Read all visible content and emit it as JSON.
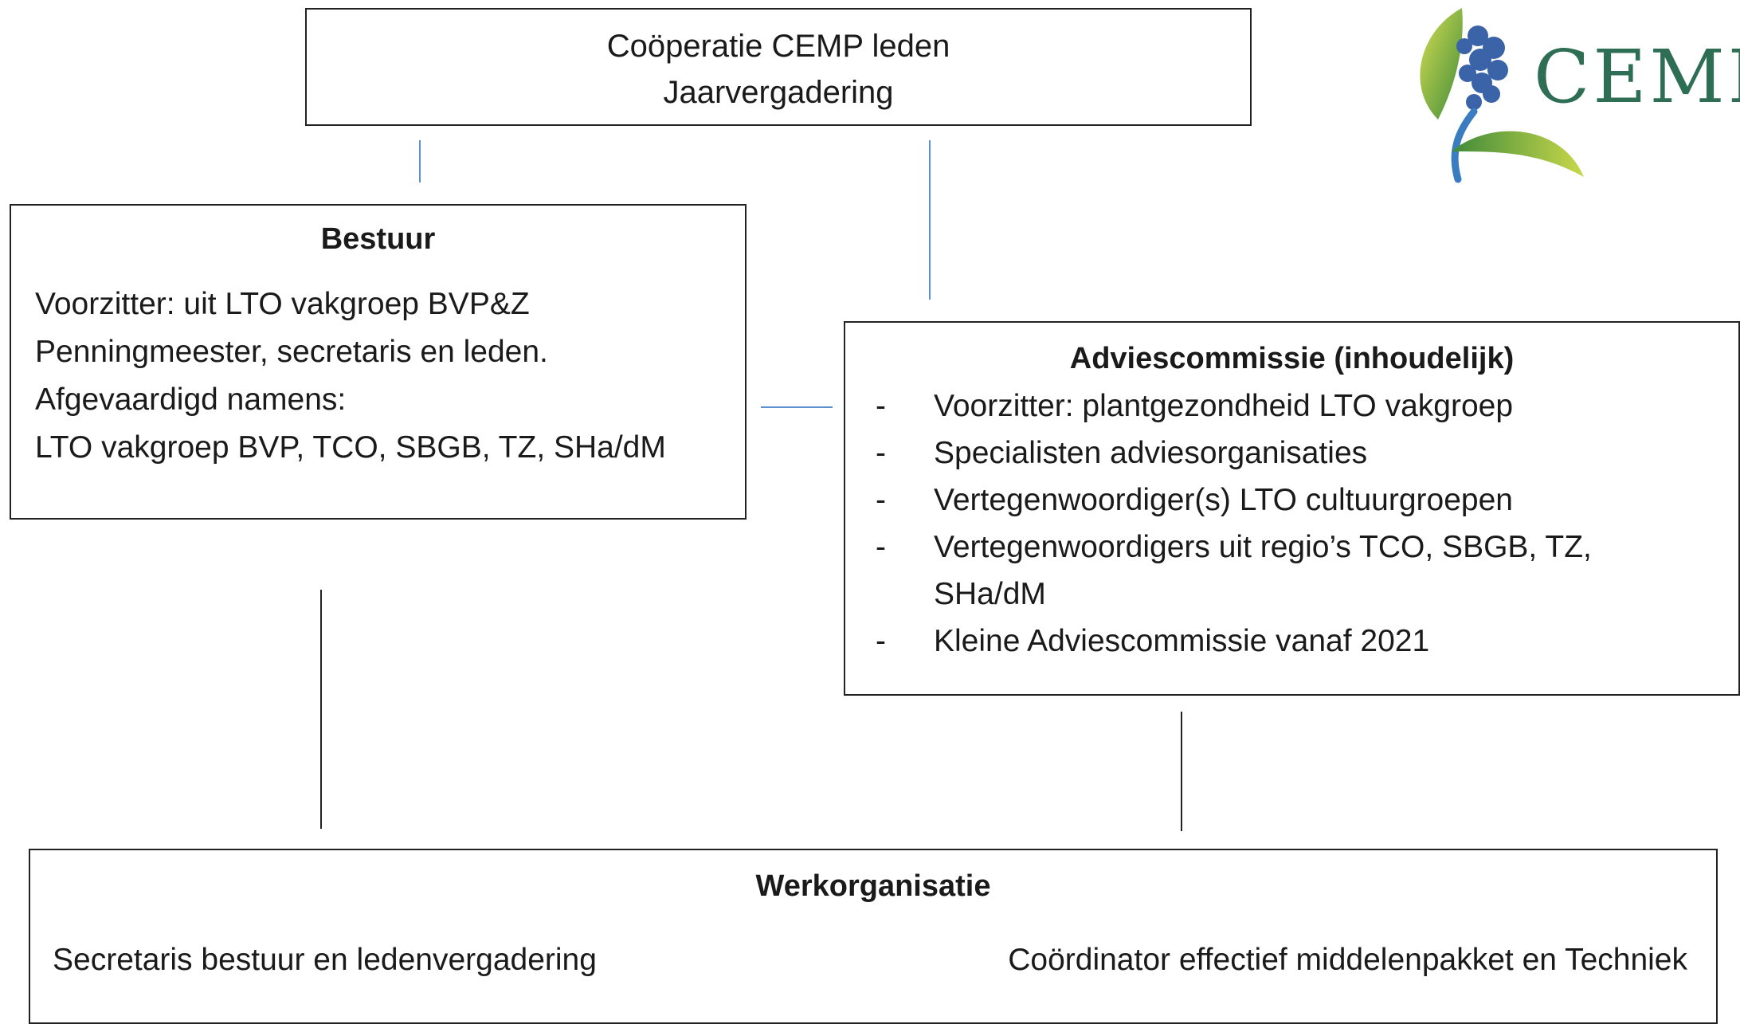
{
  "members": {
    "line1": "Coöperatie CEMP leden",
    "line2": "Jaarvergadering"
  },
  "board": {
    "title": "Bestuur",
    "lines": [
      "Voorzitter: uit  LTO vakgroep BVP&Z",
      "Penningmeester, secretaris en leden.",
      "Afgevaardigd namens:",
      "LTO vakgroep BVP, TCO, SBGB, TZ, SHa/dM"
    ]
  },
  "advisory": {
    "title": "Adviescommissie (inhoudelijk)",
    "bullet": "-",
    "items": [
      "Voorzitter: plantgezondheid LTO vakgroep",
      "Specialisten adviesorganisaties",
      "Vertegenwoordiger(s) LTO cultuurgroepen",
      "Vertegenwoordigers uit regio’s TCO, SBGB, TZ,",
      "SHa/dM",
      "Kleine Adviescommissie vanaf 2021"
    ]
  },
  "work": {
    "title": "Werkorganisatie",
    "left": "Secretaris bestuur en ledenvergadering",
    "right": "Coördinator effectief middelenpakket en Techniek"
  },
  "logo": {
    "text": "CEMP",
    "colors": {
      "text": "#2d6e54",
      "leaf_light": "#c9d84a",
      "leaf_dark": "#3f8a3a",
      "berries": "#3b63a8",
      "stem": "#3a7cc0"
    }
  },
  "colors": {
    "border": "#222222",
    "connector_blue": "#5b8fd0"
  }
}
